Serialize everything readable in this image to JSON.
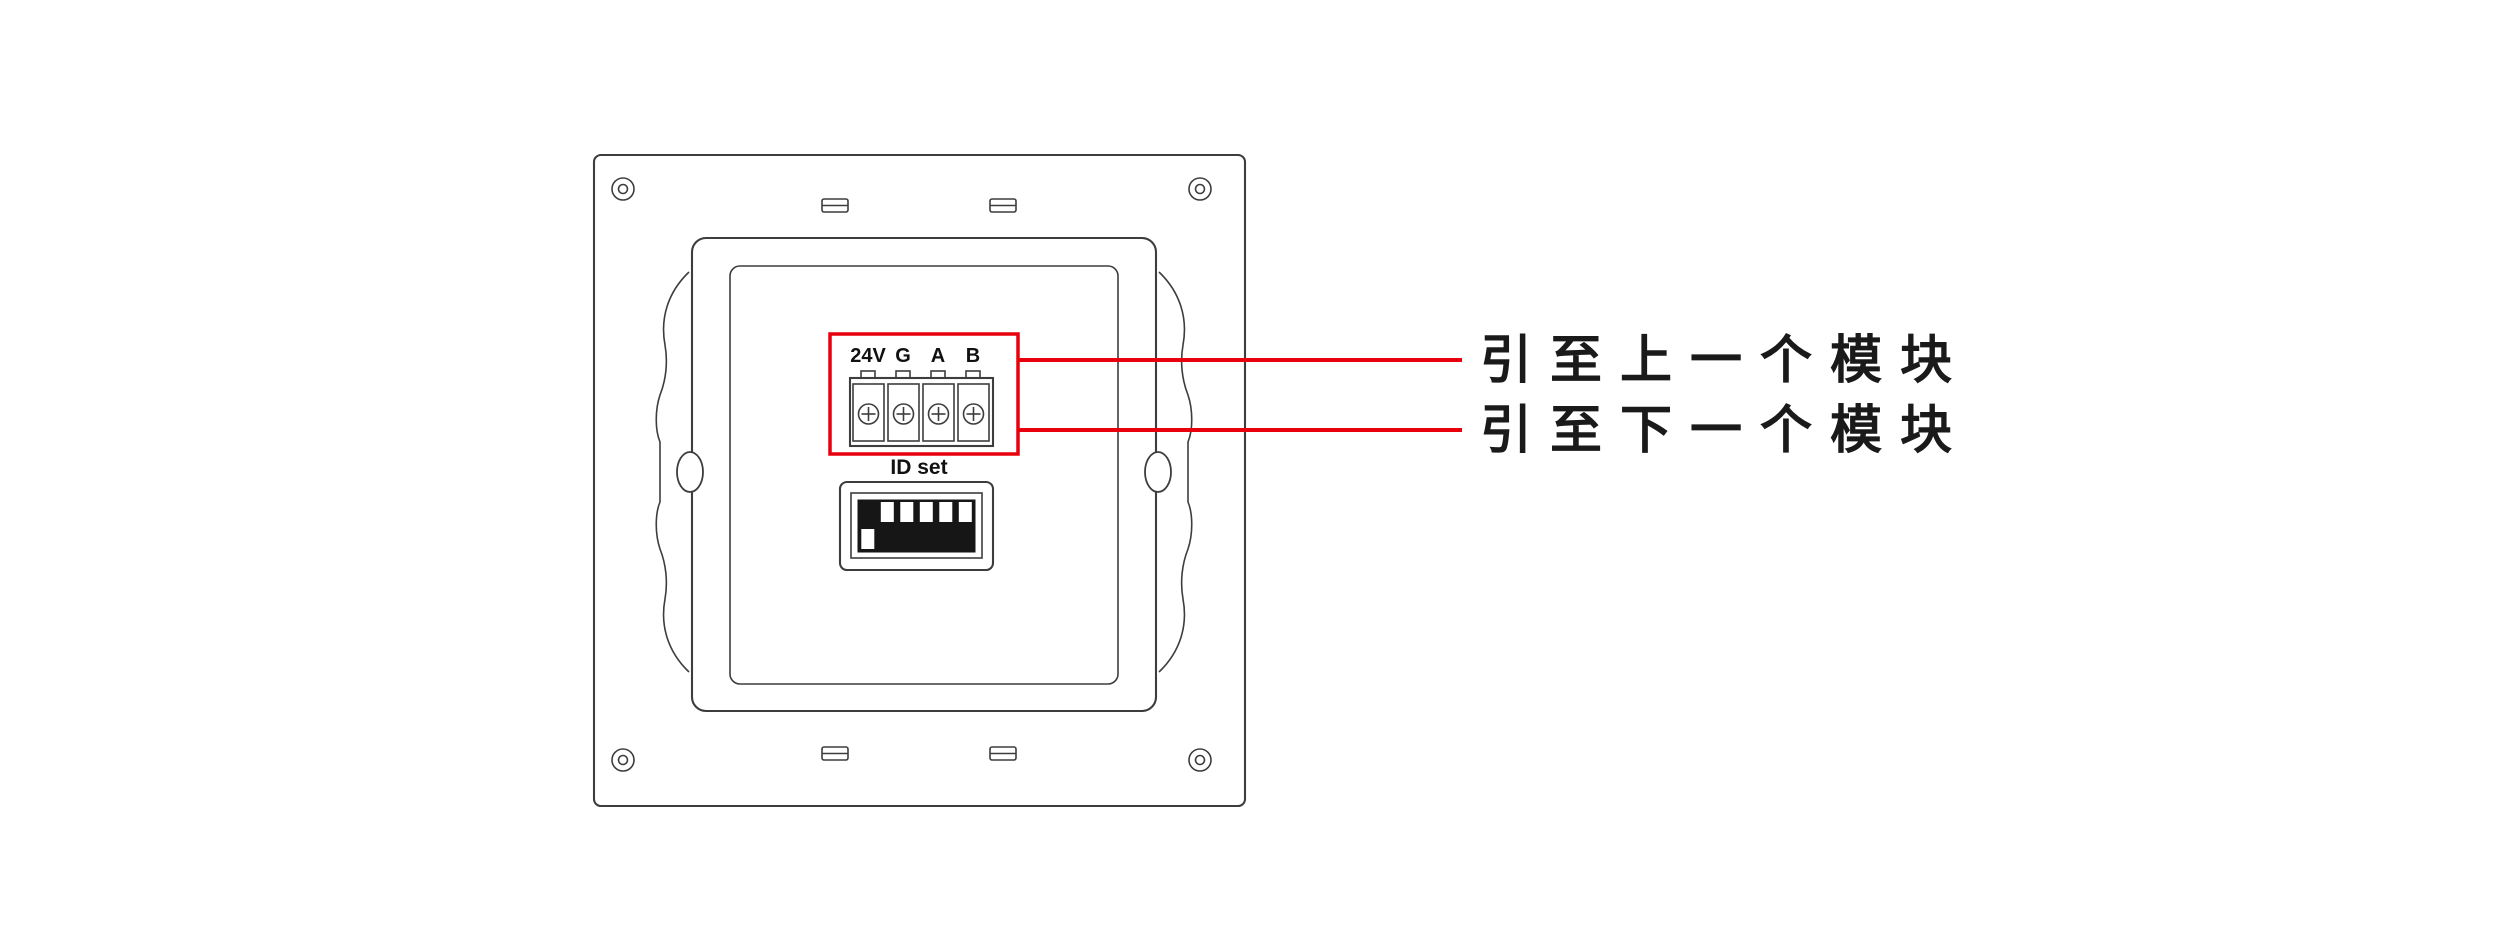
{
  "diagram": {
    "colors": {
      "accent_red": "#e8000d",
      "line": "#3d3d3d"
    },
    "panel": {
      "terminal_pins": [
        "24V",
        "G",
        "A",
        "B"
      ],
      "id_set_label": "ID set",
      "dip_positions": [
        "down",
        "up",
        "up",
        "up",
        "up",
        "up"
      ]
    },
    "callouts": [
      {
        "label": "引至上一个模块"
      },
      {
        "label": "引至下一个模块"
      }
    ]
  }
}
